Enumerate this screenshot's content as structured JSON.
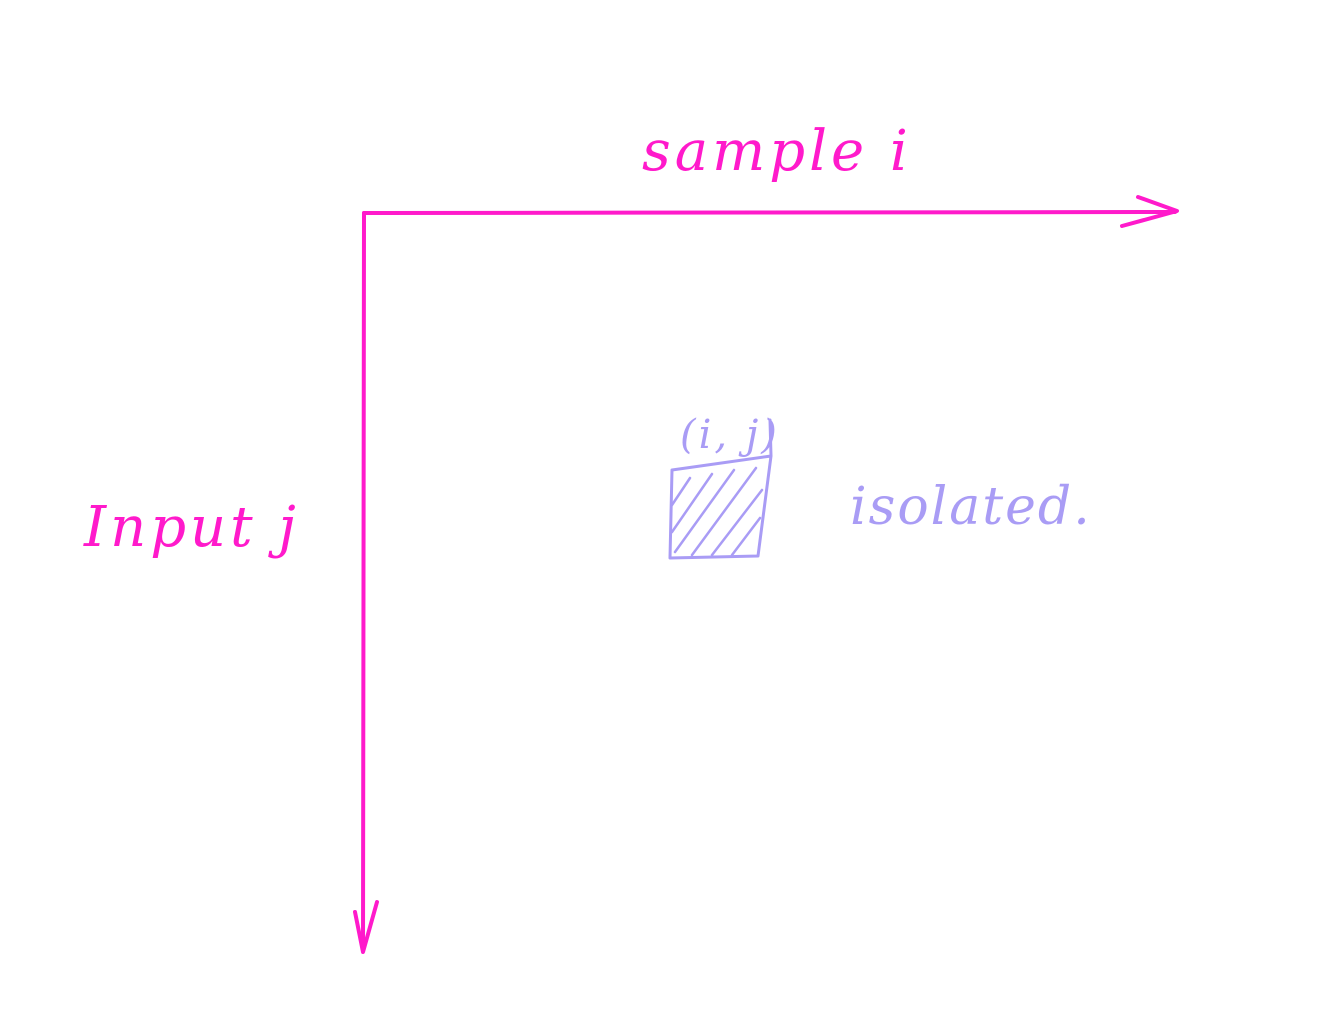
{
  "colors": {
    "background": "#ffffff",
    "axis_ink": "#ff1acb",
    "highlight_ink": "#a99cf5"
  },
  "axes": {
    "horizontal_label": "sample i",
    "vertical_label": "Input j"
  },
  "cell": {
    "label": "(i, j)",
    "fill": "hatched",
    "note": "isolated."
  }
}
